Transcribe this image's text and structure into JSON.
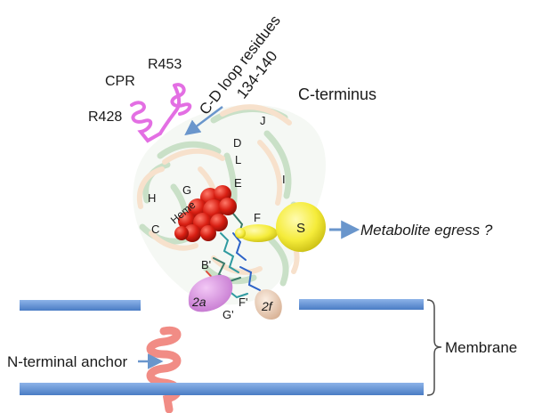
{
  "labels": {
    "cpr": "CPR",
    "r453": "R453",
    "r428": "R428",
    "cd_loop_line1": "C-D loop residues",
    "cd_loop_line2": "134-140",
    "c_terminus": "C-terminus",
    "metabolite_egress": "Metabolite egress ?",
    "n_terminal_anchor": "N-terminal anchor",
    "membrane": "Membrane",
    "heme": "Heme",
    "channel_s": "S",
    "channel_2a": "2a",
    "channel_2f": "2f"
  },
  "helix_letters": {
    "j": "J",
    "d": "D",
    "l": "L",
    "e": "E",
    "i": "I",
    "g": "G",
    "h": "H",
    "c": "C",
    "f": "F",
    "b_prime": "B'",
    "f_prime": "F'",
    "g_prime": "G'"
  },
  "colors": {
    "membrane_bar": "#5b8fd6",
    "arrow": "#6a96cc",
    "cpr_helix": "#e36fe3",
    "heme": "#d81e12",
    "channel_s": "#f5ec3a",
    "channel_2a": "#d98be0",
    "channel_2f": "#e9cdb8",
    "anchor_helix": "#ef7f78",
    "protein_green": "#9ec79a",
    "protein_orange": "#f2c9a4"
  }
}
